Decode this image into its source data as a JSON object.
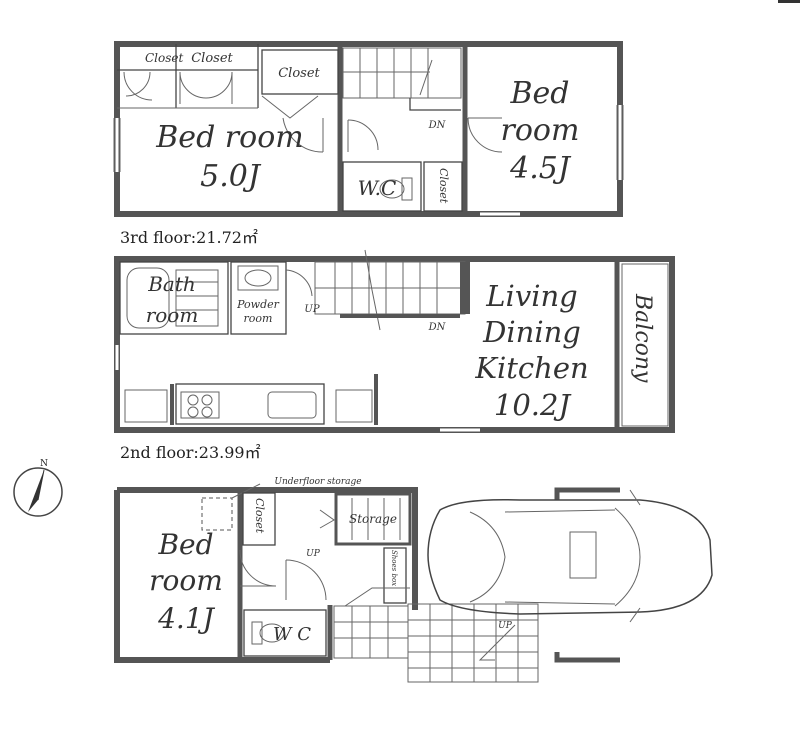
{
  "floors": {
    "third": {
      "caption": "3rd floor:21.72㎡",
      "rooms": {
        "bedroom_a_l1": "Bed room",
        "bedroom_a_l2": "5.0J",
        "bedroom_b_l1": "Bed",
        "bedroom_b_l2": "room",
        "bedroom_b_l3": "4.5J",
        "closet1": "Closet",
        "closet2": "Closet",
        "closet3": "Closet",
        "closet4": "Closet",
        "wc": "W.C",
        "dn": "DN"
      }
    },
    "second": {
      "caption": "2nd floor:23.99㎡",
      "rooms": {
        "bath_l1": "Bath",
        "bath_l2": "room",
        "powder_l1": "Powder",
        "powder_l2": "room",
        "ldk_l1": "Living",
        "ldk_l2": "Dining",
        "ldk_l3": "Kitchen",
        "ldk_l4": "10.2J",
        "balcony": "Balcony",
        "up": "UP",
        "dn": "DN"
      }
    },
    "first": {
      "rooms": {
        "underfloor": "Underfloor storage",
        "bed_l1": "Bed",
        "bed_l2": "room",
        "bed_l3": "4.1J",
        "closet": "Closet",
        "storage": "Storage",
        "shoes": "Shoes box",
        "wc": "W C",
        "up1": "UP",
        "up2": "UP"
      }
    }
  },
  "compass": {
    "label": "N"
  },
  "icons": [
    "compass-icon",
    "car-icon",
    "toilet-icon",
    "bathtub-icon",
    "stove-icon",
    "sink-icon"
  ]
}
